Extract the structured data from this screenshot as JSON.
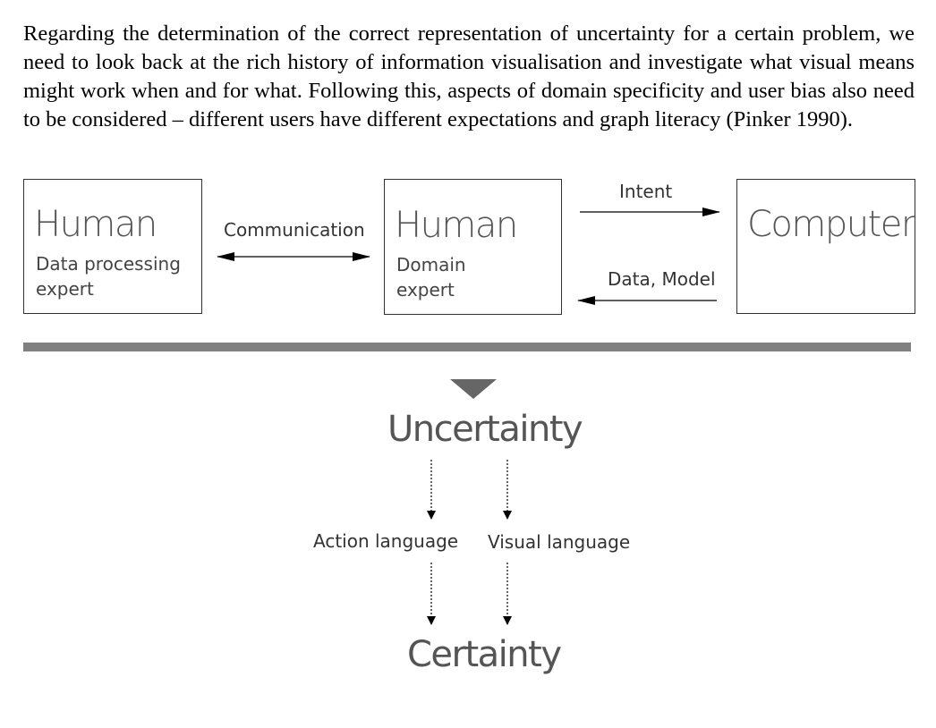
{
  "paragraph": "Regarding the determination of the correct representation of uncertainty for a certain problem, we need to look back at the rich history of information visualisation and investigate what visual means might work when and for what. Following this, aspects of domain specificity and user bias also need to be considered – different users have different expectations and graph literacy (Pinker 1990).",
  "diagram": {
    "box1": {
      "title": "Human",
      "line1": "Data processing",
      "line2": "expert"
    },
    "box2": {
      "title": "Human",
      "line1": "Domain",
      "line2": "expert"
    },
    "box3": {
      "title": "Computer"
    },
    "communication": "Communication",
    "intent": "Intent",
    "data_model": "Data, Model",
    "uncertainty": "Uncertainty",
    "action_language": "Action language",
    "visual_language": "Visual language",
    "certainty": "Certainty"
  },
  "colors": {
    "divider": "#808080",
    "triangle": "#666666",
    "arrow": "#000000"
  }
}
